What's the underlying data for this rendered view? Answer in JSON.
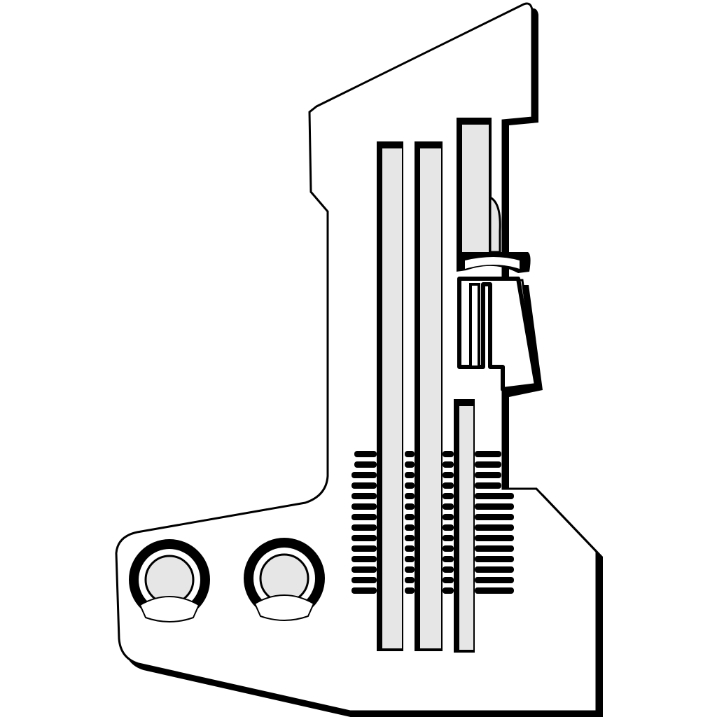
{
  "image": {
    "subject": "needle-plate",
    "background_color": "#ffffff",
    "outline_color": "#000000",
    "plate_color": "#ffffff",
    "slot_fill_color": "#e6e6e6",
    "screw_hole_fill_color": "#e6e6e6",
    "feed_teeth_color": "#000000"
  },
  "parts": {
    "screw_holes": [
      {
        "name": "left"
      },
      {
        "name": "right"
      }
    ],
    "long_slots": [
      {
        "name": "slot-1"
      },
      {
        "name": "slot-2"
      },
      {
        "name": "slot-3"
      }
    ],
    "feed_teeth_rows": 14
  }
}
